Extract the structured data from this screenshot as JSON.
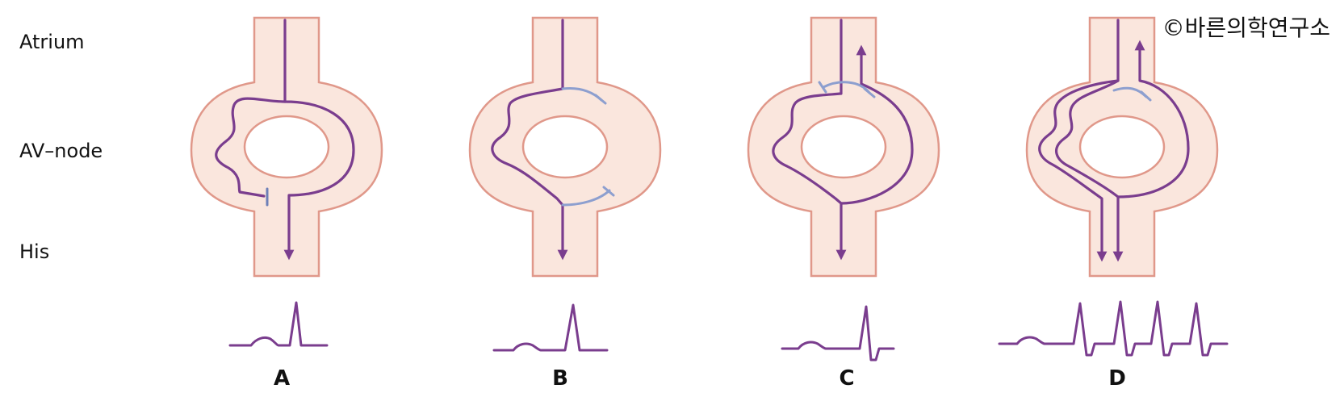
{
  "copyright": "©바른의학연구소",
  "row_labels": {
    "atrium": "Atrium",
    "av_node": "AV–node",
    "his": "His"
  },
  "panels": [
    {
      "label": "A"
    },
    {
      "label": "B"
    },
    {
      "label": "C"
    },
    {
      "label": "D"
    }
  ],
  "colors": {
    "tissue_fill": "#fae6dd",
    "tissue_outline": "#e0988a",
    "conduction_path": "#7a3d8e",
    "blocked_path": "#8d9fcf"
  }
}
